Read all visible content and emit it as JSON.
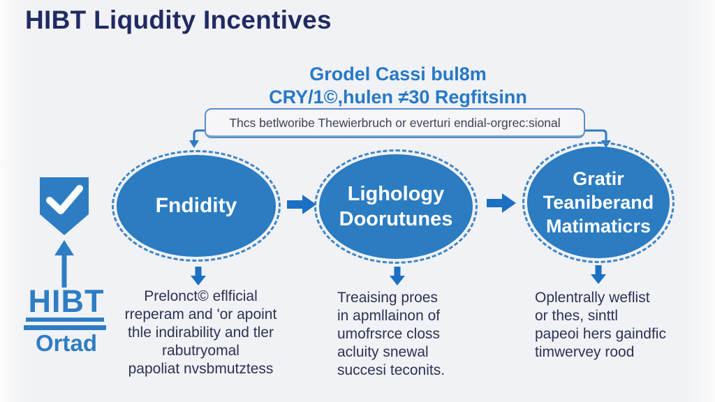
{
  "title": "HIBT Liqudity Incentives",
  "header": {
    "line1": "Grodel Cassi bul8m",
    "line2": "CRY/1©,hulen ≠30 Regfitsinn",
    "box_text": "Thcs betlworibe Thewierbruch or everturi endial-orgrec:sional"
  },
  "nodes": [
    {
      "title_lines": [
        "Fndidity"
      ],
      "desc_lines": [
        "Prelonct© eflficial",
        "rreperam and 'or apoint",
        "thle indirability and tler",
        "rabutryomal",
        "papoliat nvsbmutztess"
      ]
    },
    {
      "title_lines": [
        "Lighology",
        "Doorutunes"
      ],
      "desc_lines": [
        "Treaising proes",
        "in apmllainon of",
        "umofrsrce closs",
        "acluity snewal",
        "succesi teconits."
      ]
    },
    {
      "title_lines": [
        "Gratir",
        "Teaniberand",
        "Matimaticrs"
      ],
      "desc_lines": [
        "Oplentrally weflist",
        "or thes, sinttl",
        "papeoi hers gaindfic",
        "timwervey rood"
      ]
    }
  ],
  "brand": {
    "logo": "HIBT",
    "tagline": "Ortad",
    "check_glyph": "✓"
  },
  "icons": {
    "shield": "shield-check-icon",
    "flow_arrows": "arrow-right-icon",
    "result_arrows": "arrow-down-icon",
    "brand_arrow": "arrow-up-icon"
  },
  "colors": {
    "title_navy": "#202a63",
    "heading_blue": "#2678c7",
    "node_fill_blue": "#2b7cc1",
    "arrow_blue": "#1b70c4",
    "brand_blue": "#2e7dc4",
    "body_text": "#2c3156",
    "box_border": "#5a8dc7",
    "background": "#f1f2f5"
  }
}
